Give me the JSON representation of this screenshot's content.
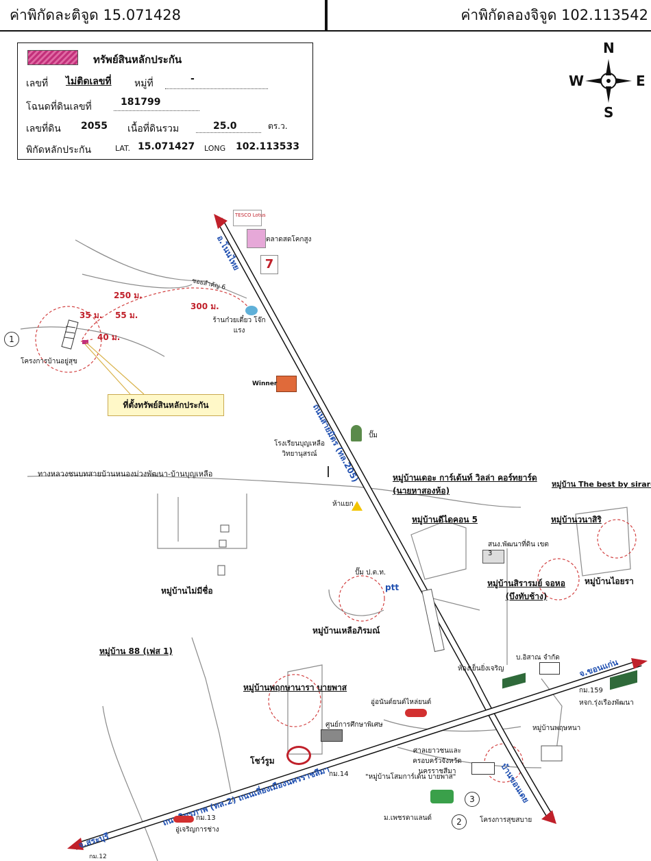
{
  "header": {
    "latitude_text": "ค่าพิกัดละติจูด 15.071428",
    "longitude_text": "ค่าพิกัดลองจิจูด 102.113542"
  },
  "info_box": {
    "legend_label": "ทรัพย์สินหลักประกัน",
    "no_label": "เลขที่",
    "no_value": "ไม่ติดเลขที่",
    "moo_label": "หมู่ที่",
    "moo_value": "-",
    "deed_label": "โฉนดที่ดินเลขที่",
    "deed_value": "181799",
    "land_no_label": "เลขที่ดิน",
    "land_no_value": "2055",
    "area_label": "เนื้อที่ดินรวม",
    "area_value": "25.0",
    "area_unit": "ตร.ว.",
    "coord_label": "พิกัดหลักประกัน",
    "lat_label": "LAT.",
    "lat_value": "15.071427",
    "long_label": "LONG",
    "long_value": "102.113533"
  },
  "compass": {
    "n": "N",
    "s": "S",
    "e": "E",
    "w": "W"
  },
  "map": {
    "colors": {
      "road_arrow": "#c0202a",
      "road_label": "#1f4fb0",
      "distance": "#c0202a",
      "callout_bg": "#fff8c8"
    },
    "road_labels": {
      "north": "อ.โนนไทย",
      "mid": "ถนนสายมิตร (ทล.205)",
      "southeast": "บ้านขอนเดย",
      "northeast": "จ.ขอนแก่น",
      "southwest": "จ.สระบุรี",
      "main_sw": "ถนนมิตรภาพ (ทล.2) ถนนเลี่ยงเมืองนครราชสีมา"
    },
    "distances": [
      "250 ม.",
      "300 ม.",
      "35 ม.",
      "55 ม.",
      "40 ม."
    ],
    "soi_label": "ซอยสำคัญ 6",
    "callout": "ที่ตั้งทรัพย์สินหลักประกัน",
    "markers": [
      "1",
      "2",
      "3"
    ],
    "labels": {
      "tesco": "TESCO Lotus",
      "market": "ตลาดสดโคกสูง",
      "noodle": "ร้านก๋วยเตี๋ยว โจ๊กแรง",
      "housing_project": "โครงการบ้านอยู่สุข",
      "winner": "Winner",
      "pump": "ปั๊ม",
      "school": "โรงเรียนบุญเหลือ วิทยานุสรณ์",
      "rural_road": "ทางหลวงชนบทสายบ้านหนองม่วงพัฒนา-บ้านบุญเหลือ",
      "village_garden": "หมู่บ้านเดอะ การ์เด้นท์ วิลล่า คอร์ทยาร์ด (นายหาสองห้อ)",
      "best_sirarom": "หมู่บ้าน The best by sirarom",
      "daikon": "หมู่บ้านดีไดคอน 5",
      "wanasiri": "หมู่บ้านวนาสิริ",
      "pattana": "สนง.พัฒนาที่ดิน เขต 3",
      "ptt": "ปั๊ม ป.ต.ท.",
      "sirarom": "หมู่บ้านสิรารมย์ จอหอ (บึงทับช้าง)",
      "aiyara": "หมู่บ้านไอยรา",
      "maimi": "หมู่บ้านไม่มีชื่อ",
      "luaphirom": "หมู่บ้านเหลือภิรมณ์",
      "village88": "หมู่บ้าน 88 (เฟส 1)",
      "chiwon": "ห้องเย็นยิ่งเจริญ",
      "asap": "บ.อิสาณ จำกัด",
      "km159": "กม.159",
      "roengruang": "หจก.รุ่งเรืองพัฒนา",
      "phraksa": "หมู่บ้านพฤกษานารา บายพาส",
      "car_dealer": "อู่อนันต์ยนต์ไหล่ยนต์",
      "research_center": "ศูนย์การศึกษาพิเศษ",
      "phuphana": "หมู่บ้านพฤษหนา",
      "showroom": "โชว์รูม",
      "km14": "กม.14",
      "court": "ศาลเยาวชนและครอบครัวจังหวัดนครราชสีมา",
      "village_sompong": "\"หมู่บ้านโสมการ์เด้น บายพาส\"",
      "km13": "กม.13",
      "garage": "อู่เจริญการช่าง",
      "km12": "กม.12",
      "phet": "ม.เพชรดาแลนด์",
      "project_sukbai": "โครงการสุขสบาย",
      "tia": "ห้าแยก"
    }
  }
}
